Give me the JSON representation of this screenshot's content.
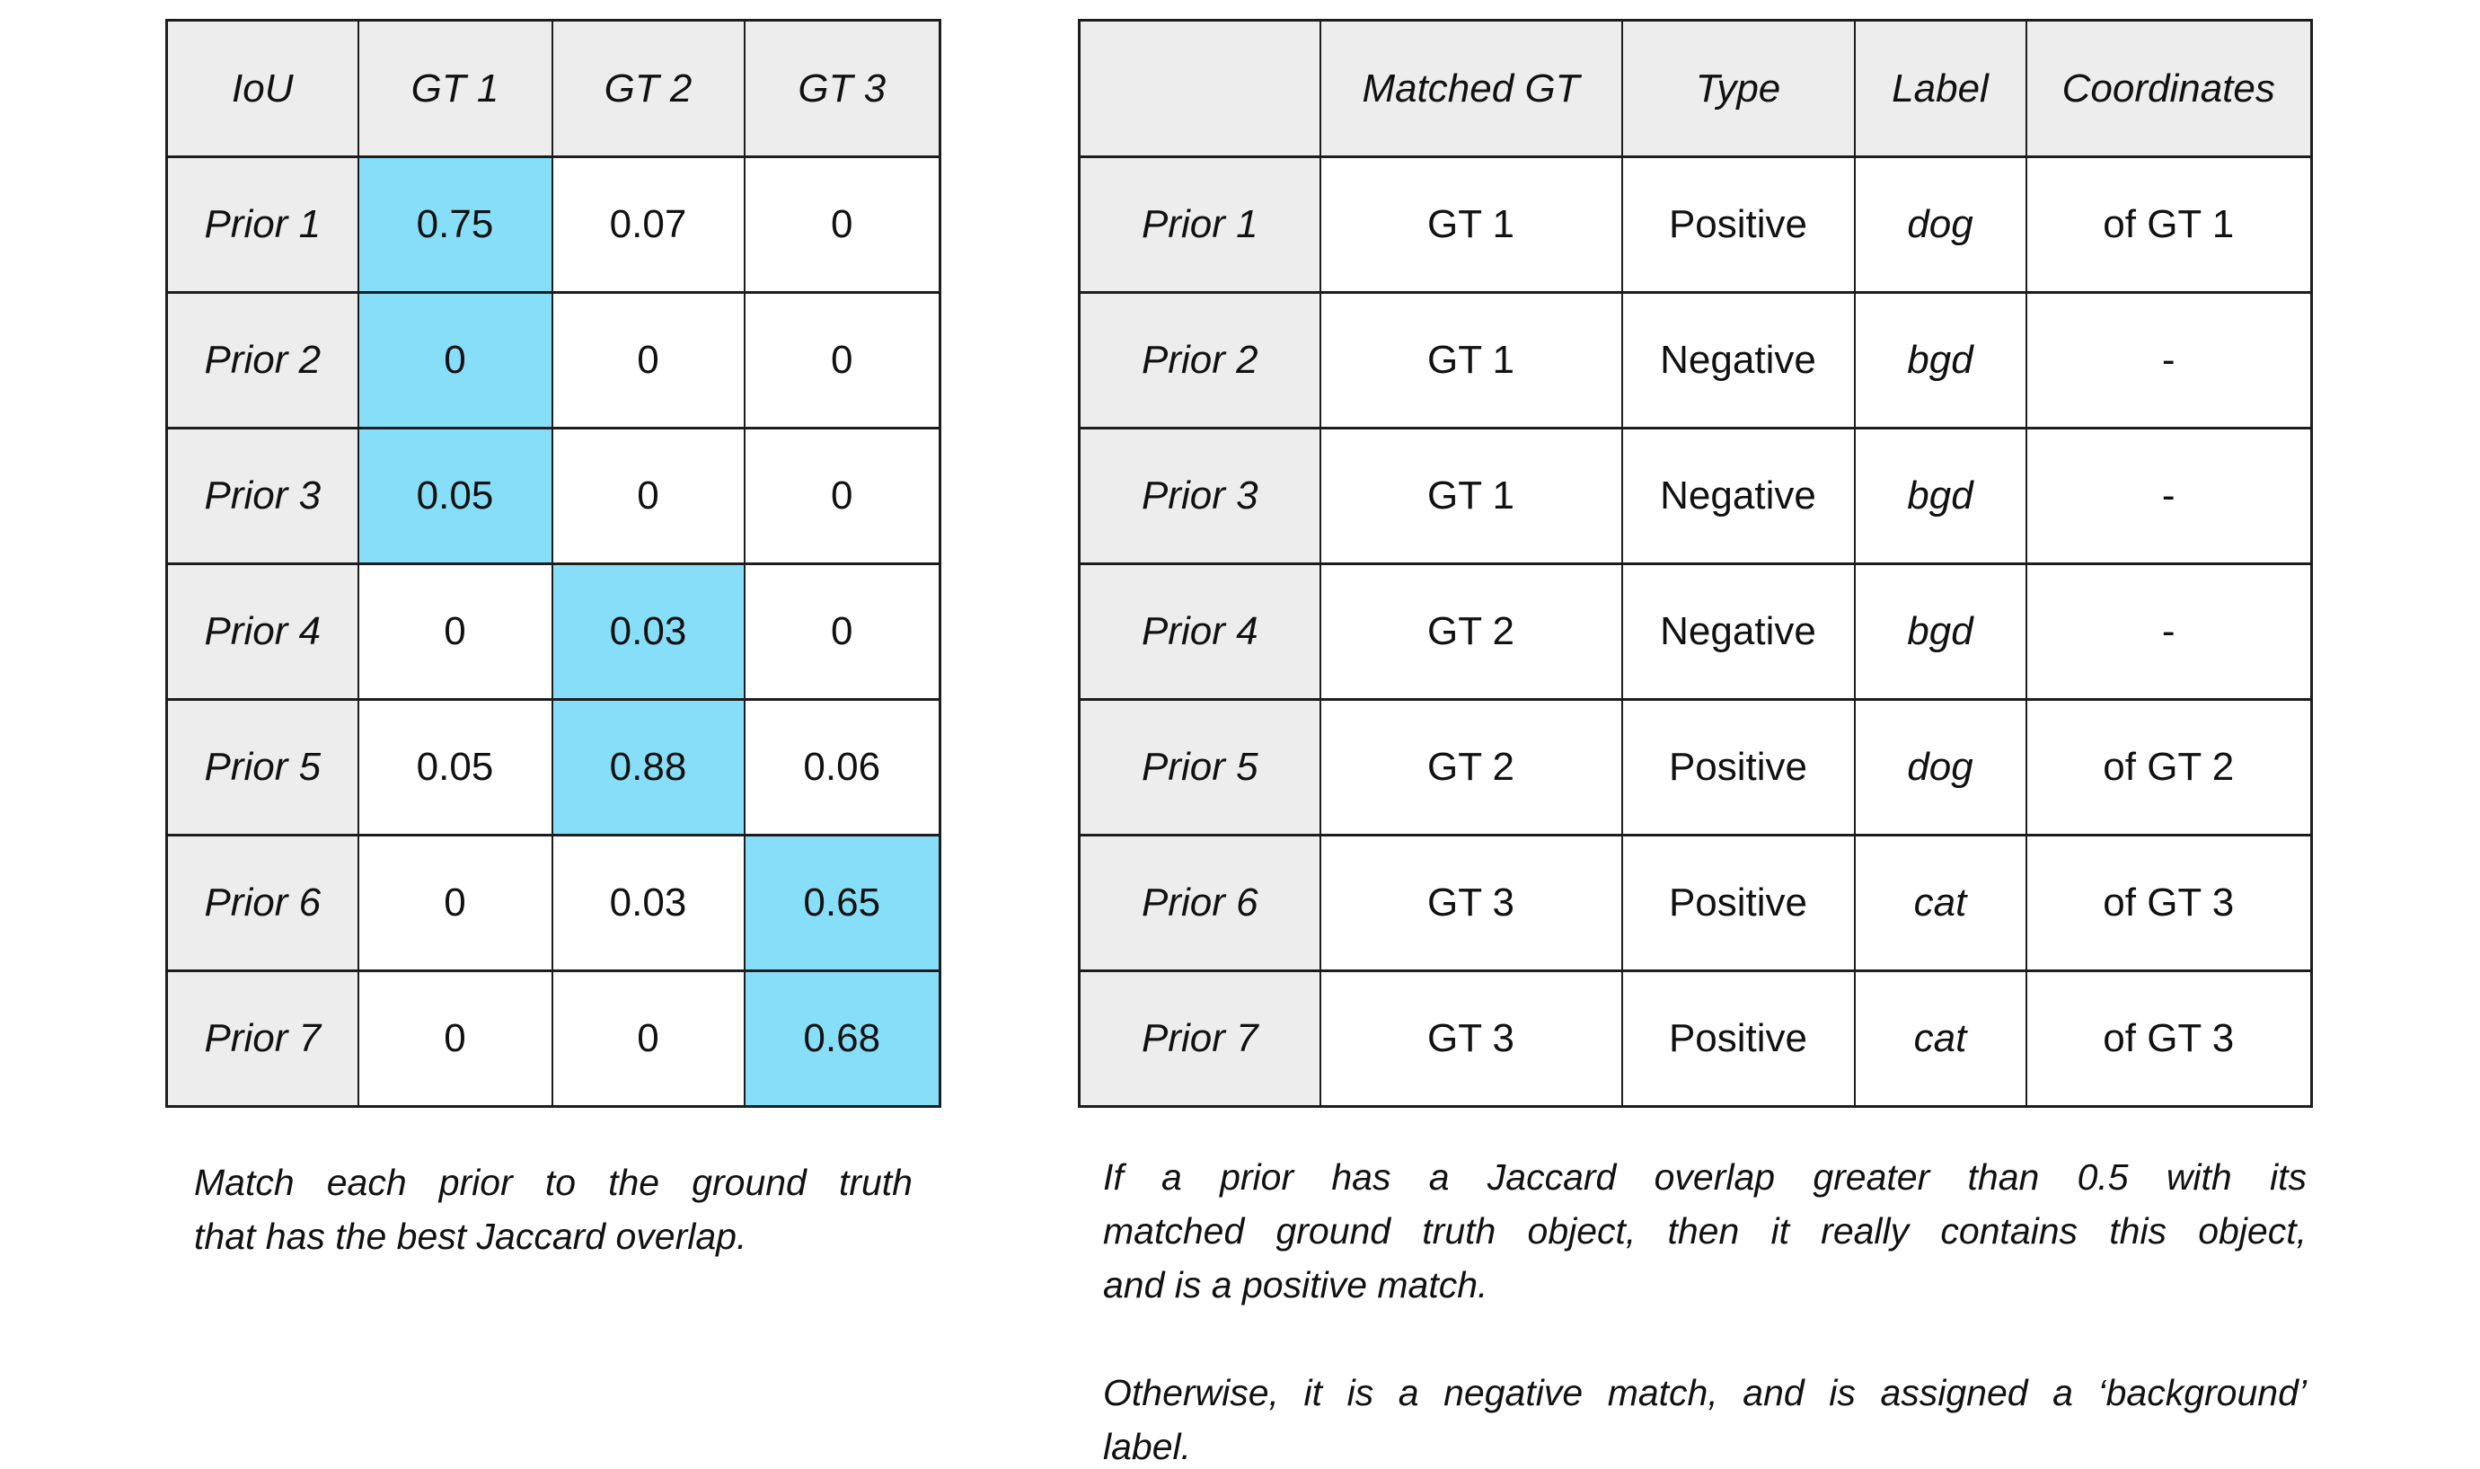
{
  "colors": {
    "highlight": "#87DEF8",
    "header_bg": "#EDEDED",
    "border": "#1D1D1D",
    "text": "#111111",
    "background": "#FFFFFF"
  },
  "iou_table": {
    "headers": [
      "IoU",
      "GT 1",
      "GT 2",
      "GT 3"
    ],
    "rows": [
      {
        "label": "Prior 1",
        "values": [
          "0.75",
          "0.07",
          "0"
        ],
        "highlight_col": 0
      },
      {
        "label": "Prior 2",
        "values": [
          "0",
          "0",
          "0"
        ],
        "highlight_col": 0
      },
      {
        "label": "Prior 3",
        "values": [
          "0.05",
          "0",
          "0"
        ],
        "highlight_col": 0
      },
      {
        "label": "Prior 4",
        "values": [
          "0",
          "0.03",
          "0"
        ],
        "highlight_col": 1
      },
      {
        "label": "Prior 5",
        "values": [
          "0.05",
          "0.88",
          "0.06"
        ],
        "highlight_col": 1
      },
      {
        "label": "Prior 6",
        "values": [
          "0",
          "0.03",
          "0.65"
        ],
        "highlight_col": 2
      },
      {
        "label": "Prior 7",
        "values": [
          "0",
          "0",
          "0.68"
        ],
        "highlight_col": 2
      }
    ],
    "caption_lines": [
      "Match each prior to the ground truth",
      "that has the best Jaccard overlap."
    ]
  },
  "match_table": {
    "headers": [
      "",
      "Matched GT",
      "Type",
      "Label",
      "Coordinates"
    ],
    "rows": [
      {
        "label": "Prior 1",
        "matched_gt": "GT 1",
        "type": "Positive",
        "class_label": "dog",
        "coordinates": "of GT 1"
      },
      {
        "label": "Prior 2",
        "matched_gt": "GT 1",
        "type": "Negative",
        "class_label": "bgd",
        "coordinates": "-"
      },
      {
        "label": "Prior 3",
        "matched_gt": "GT 1",
        "type": "Negative",
        "class_label": "bgd",
        "coordinates": "-"
      },
      {
        "label": "Prior 4",
        "matched_gt": "GT 2",
        "type": "Negative",
        "class_label": "bgd",
        "coordinates": "-"
      },
      {
        "label": "Prior 5",
        "matched_gt": "GT 2",
        "type": "Positive",
        "class_label": "dog",
        "coordinates": "of GT 2"
      },
      {
        "label": "Prior 6",
        "matched_gt": "GT 3",
        "type": "Positive",
        "class_label": "cat",
        "coordinates": "of GT 3"
      },
      {
        "label": "Prior 7",
        "matched_gt": "GT 3",
        "type": "Positive",
        "class_label": "cat",
        "coordinates": "of GT 3"
      }
    ],
    "caption_paragraphs": [
      [
        "If a prior has a Jaccard overlap greater than 0.5 with its",
        "matched ground truth object, then it really contains this object,",
        "and is a positive match."
      ],
      [
        "Otherwise, it is a negative match, and is assigned a ‘background’",
        "label."
      ]
    ]
  }
}
